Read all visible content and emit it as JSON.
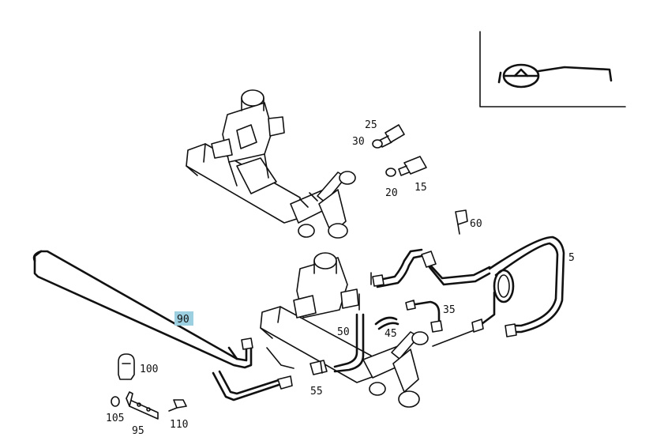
{
  "callouts": {
    "c5": "5",
    "c15": "15",
    "c20": "20",
    "c25": "25",
    "c30": "30",
    "c35": "35",
    "c45": "45",
    "c50": "50",
    "c55": "55",
    "c60": "60",
    "c90": "90",
    "c95": "95",
    "c100": "100",
    "c105": "105",
    "c110": "110"
  },
  "highlighted_callout": "90",
  "highlight_color": "#9ccfe0",
  "icons": {
    "inset": "steering-wheel-icon"
  }
}
